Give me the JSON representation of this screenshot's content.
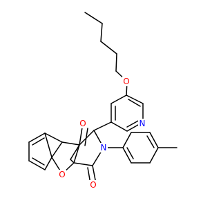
{
  "atoms": {
    "o_ether": {
      "label": "O",
      "color": "#ff0000"
    },
    "o_carbonyl_top": {
      "label": "O",
      "color": "#ff0000"
    },
    "o_ring": {
      "label": "O",
      "color": "#ff0000"
    },
    "o_carbonyl_bottom": {
      "label": "O",
      "color": "#ff0000"
    },
    "n_pyrrole": {
      "label": "N",
      "color": "#0000ff"
    },
    "n_pyridine": {
      "label": "N",
      "color": "#0000ff"
    }
  }
}
